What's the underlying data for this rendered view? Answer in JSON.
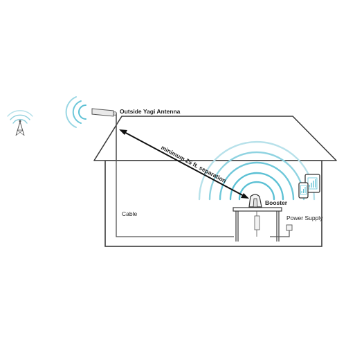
{
  "labels": {
    "antenna": "Outside Yagi Antenna",
    "separation": "minimum 25 ft. separation",
    "booster": "Booster",
    "cable": "Cable",
    "power_supply": "Power Supply"
  },
  "colors": {
    "outline": "#3a3a3a",
    "signal": "#5bc0d4",
    "signal_light": "#a9dde8",
    "fill": "#ffffff",
    "text": "#222222"
  },
  "icons": {
    "cell_tower": "cell-tower-icon",
    "antenna": "yagi-antenna-icon",
    "booster": "booster-icon",
    "devices": "tablet-phone-icon"
  }
}
